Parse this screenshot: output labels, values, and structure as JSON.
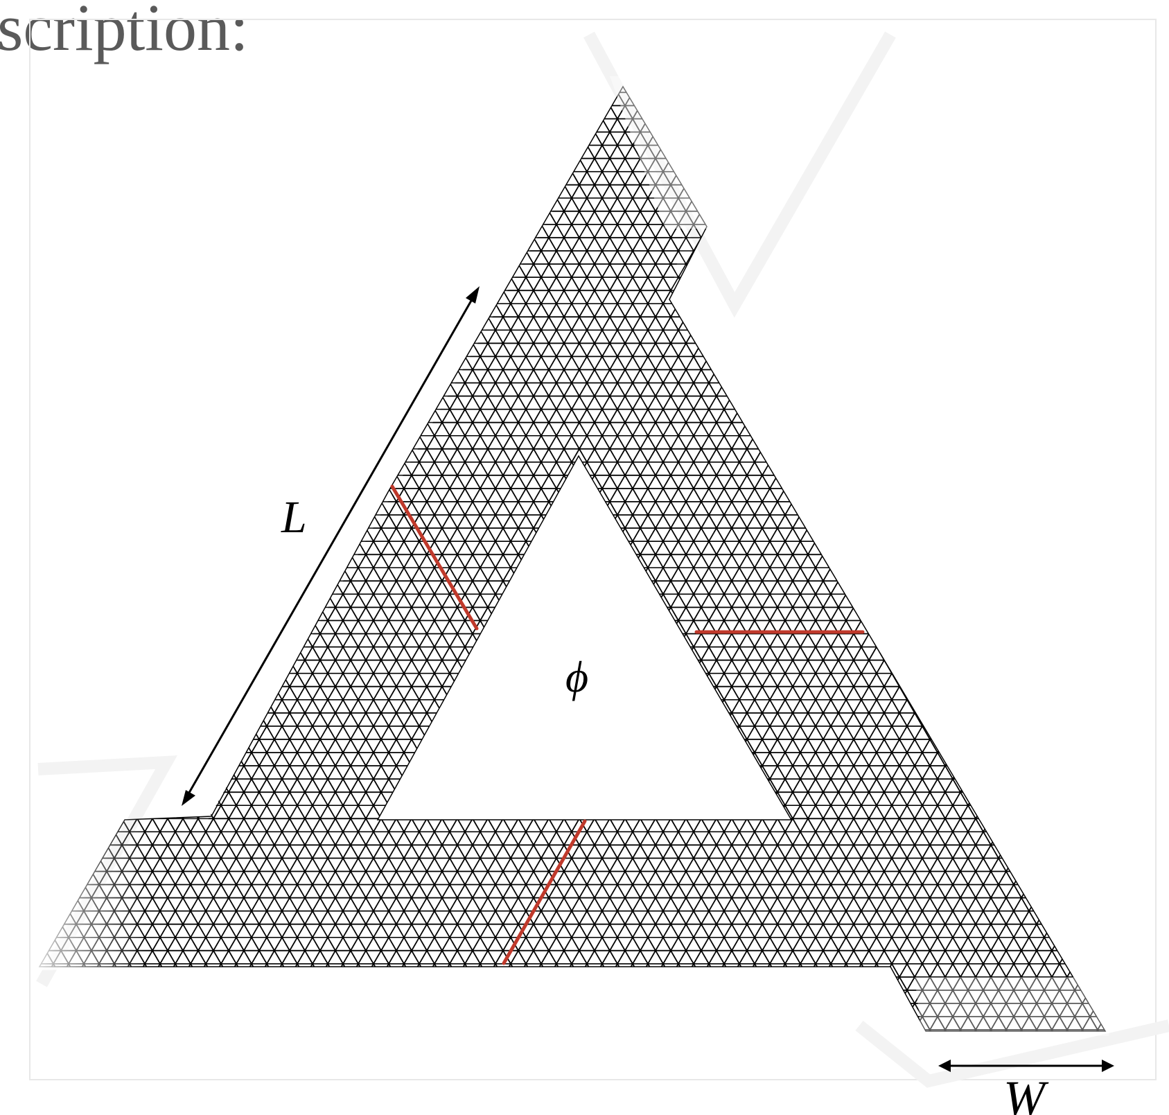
{
  "heading": {
    "text": "scription:"
  },
  "diagram": {
    "labels": {
      "length": "L",
      "flux": "ϕ",
      "width": "W"
    },
    "colors": {
      "lattice": "#000000",
      "cut_lines": "#c0392b",
      "arrows": "#000000",
      "frame": "#e8e8e8",
      "watermark": "#f3f3f3"
    }
  }
}
